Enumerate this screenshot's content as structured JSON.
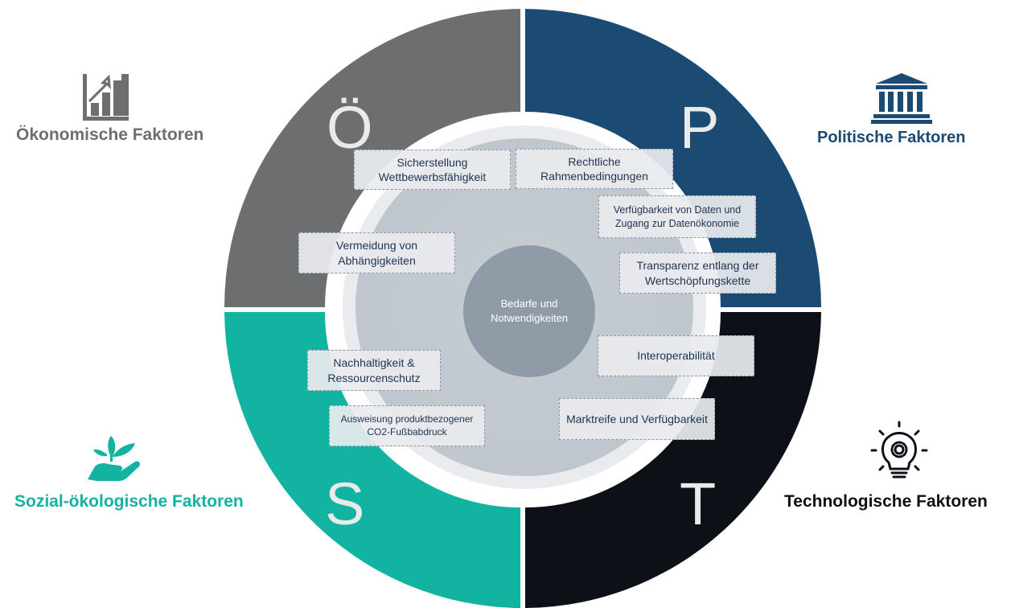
{
  "quadrants": {
    "oekonomisch": {
      "letter": "Ö",
      "label": "Ökonomische Faktoren",
      "color": "#6d6e6f",
      "label_color": "#6d6e6f",
      "icon": "bar-chart-growth-icon"
    },
    "politisch": {
      "letter": "P",
      "label": "Politische Faktoren",
      "color": "#1b4a72",
      "label_color": "#1b4a72",
      "icon": "government-building-icon"
    },
    "sozial": {
      "letter": "S",
      "label": "Sozial-ökologische Faktoren",
      "color": "#12b3a0",
      "label_color": "#12b3a0",
      "icon": "hand-with-plant-icon"
    },
    "technologisch": {
      "letter": "T",
      "label": "Technologische Faktoren",
      "color": "#0d1117",
      "label_color": "#0d1117",
      "icon": "lightbulb-gear-icon"
    }
  },
  "center": {
    "label": "Bedarfe und Notwendigkeiten"
  },
  "boxes": {
    "sicherstellung": "Sicherstellung Wettbewerbsfähigkeit",
    "rechtliche": "Rechtliche Rahmenbedingungen",
    "verfuegbarkeit_daten": "Verfügbarkeit von Daten und Zugang zur Datenökonomie",
    "vermeidung": "Vermeidung von Abhängigkeiten",
    "transparenz": "Transparenz entlang der Wertschöpfungskette",
    "nachhaltigkeit": "Nachhaltigkeit & Ressourcenschutz",
    "interoperabilitaet": "Interoperabilität",
    "ausweisung": "Ausweisung produktbezogener CO2-Fußbabdruck",
    "marktreife": "Marktreife und Verfügbarkeit"
  }
}
